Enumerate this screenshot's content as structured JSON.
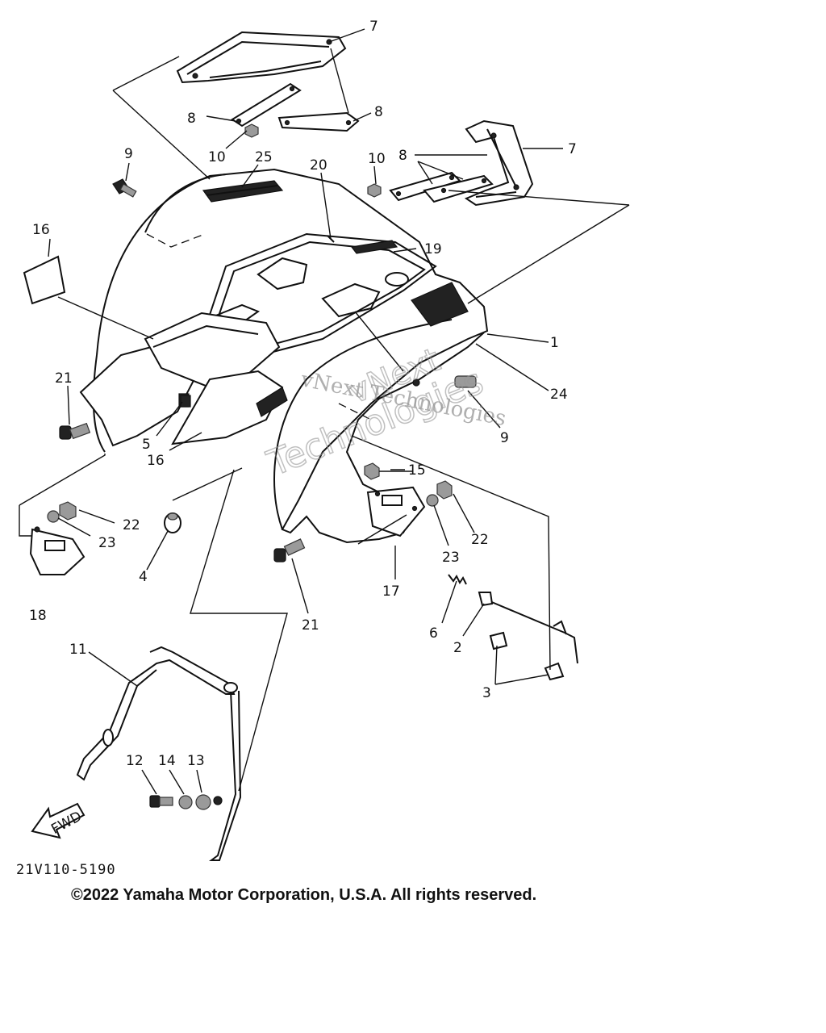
{
  "diagram": {
    "code": "21V110-5190",
    "copyright": "©2022 Yamaha Motor Corporation, U.S.A. All rights reserved.",
    "fwd_label": "FWD",
    "watermark": [
      "vNext Technologies",
      "vNext",
      "Technologies"
    ],
    "callouts": [
      "1",
      "2",
      "3",
      "4",
      "5",
      "6",
      "7",
      "7",
      "8",
      "8",
      "8",
      "9",
      "9",
      "10",
      "10",
      "11",
      "12",
      "13",
      "14",
      "15",
      "16",
      "16",
      "17",
      "18",
      "19",
      "20",
      "21",
      "21",
      "22",
      "22",
      "23",
      "23",
      "24",
      "25"
    ]
  }
}
